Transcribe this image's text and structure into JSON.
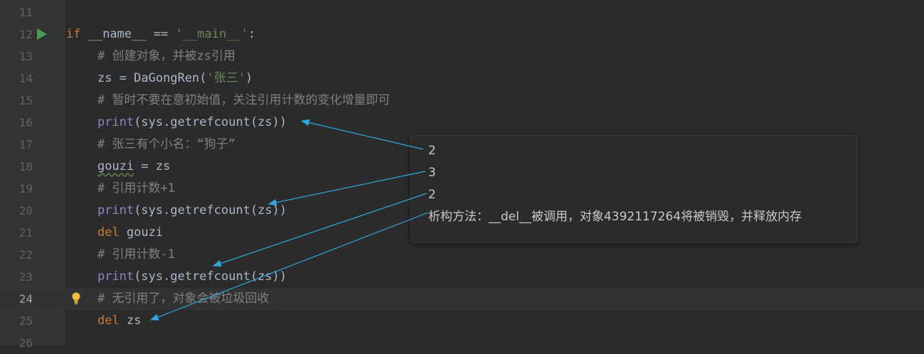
{
  "editor": {
    "lines": [
      {
        "num": "11"
      },
      {
        "num": "12",
        "t1": "if ",
        "t2": "__name__ == ",
        "t3": "'__main__'",
        "t4": ":"
      },
      {
        "num": "13",
        "comment": "# 创建对象，并被zs引用"
      },
      {
        "num": "14",
        "t1": "zs = DaGongRen(",
        "t2": "'张三'",
        "t3": ")"
      },
      {
        "num": "15",
        "comment": "# 暂时不要在意初始值，关注引用计数的变化增量即可"
      },
      {
        "num": "16",
        "fn": "print",
        "rest": "(sys.getrefcount(zs))"
      },
      {
        "num": "17",
        "comment": "# 张三有个小名：“狗子”"
      },
      {
        "num": "18",
        "t1": "gouzi",
        "t2": " = zs"
      },
      {
        "num": "19",
        "comment": "# 引用计数+1"
      },
      {
        "num": "20",
        "fn": "print",
        "rest": "(sys.getrefcount(zs))"
      },
      {
        "num": "21",
        "kw": "del",
        "rest": " gouzi"
      },
      {
        "num": "22",
        "comment": "# 引用计数-1"
      },
      {
        "num": "23",
        "fn": "print",
        "rest": "(sys.getrefcount(zs))"
      },
      {
        "num": "24",
        "comment": "# 无引用了，对象会被垃圾回收"
      },
      {
        "num": "25",
        "kw": "del",
        "rest": " zs"
      },
      {
        "num": "26"
      }
    ]
  },
  "console": {
    "output": [
      "2",
      "3",
      "2",
      "析构方法：__del__被调用，对象4392117264将被销毁，并释放内存"
    ]
  },
  "icons": {
    "run": "run-icon",
    "bulb": "lightbulb-icon"
  },
  "colors": {
    "arrow": "#2ea8e0",
    "keyword": "#cc7832",
    "string": "#6a8759",
    "comment": "#808080"
  }
}
